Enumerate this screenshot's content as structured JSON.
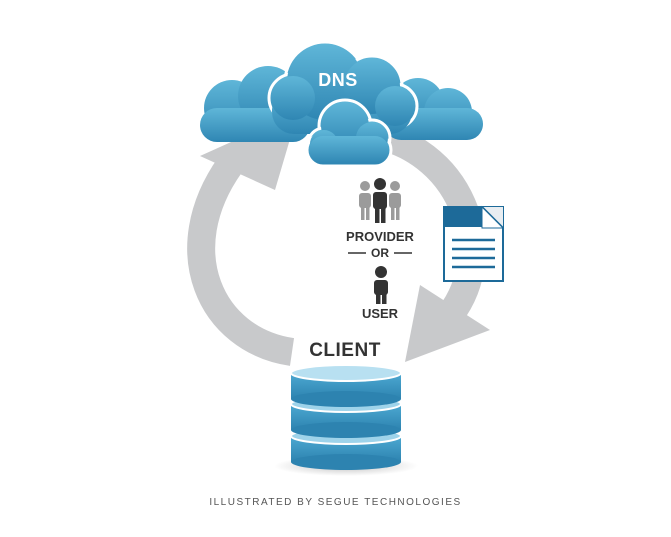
{
  "labels": {
    "dns": "DNS",
    "provider": "PROVIDER",
    "or": "OR",
    "user": "USER",
    "client": "CLIENT",
    "credit": "ILLUSTRATED BY SEGUE TECHNOLOGIES"
  },
  "icons": {
    "dns_cloud": "cloud-icon",
    "provider_group": "people-group-icon",
    "single_user": "person-icon",
    "document": "document-icon",
    "client_database": "database-icon"
  },
  "colors": {
    "cloud_blue": "#3a97c0",
    "arrow_gray": "#c8c9cb",
    "text_dark": "#333333",
    "doc_blue": "#1d6a99"
  }
}
